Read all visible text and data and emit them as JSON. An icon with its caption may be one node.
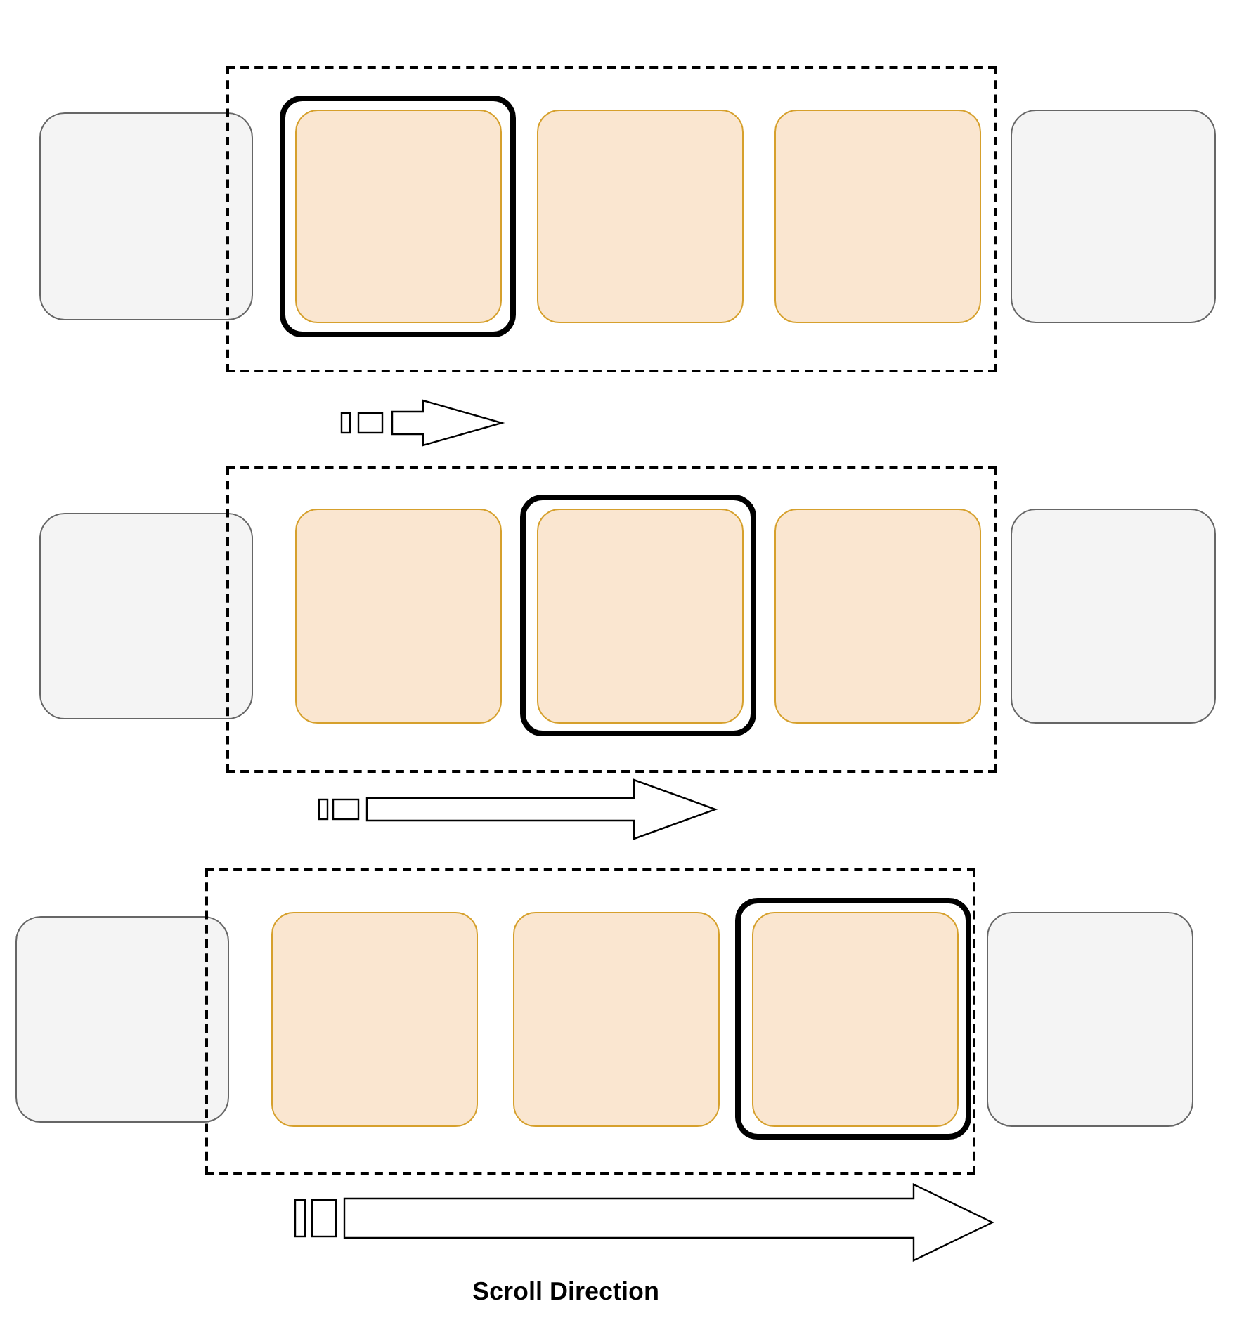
{
  "diagram": {
    "nodes": [
      {
        "text": [],
        "shape": "box"
      },
      {
        "text": [],
        "shape": "box"
      },
      {
        "text": [],
        "shape": "box",
        "in": 0
      },
      {
        "text": [],
        "shape": "box",
        "in": 2
      },
      {
        "text": [],
        "shape": "box",
        "in": 0
      },
      {
        "text": [],
        "shape": "box",
        "in": 0
      },
      {
        "text": [],
        "shape": "box"
      },
      {
        "text": [],
        "shape": "box"
      },
      {
        "text": [],
        "shape": "box"
      },
      {
        "text": [],
        "shape": "box",
        "in": 7
      },
      {
        "text": [],
        "shape": "box",
        "in": 7
      },
      {
        "text": [],
        "shape": "box",
        "in": 10
      },
      {
        "text": [],
        "shape": "box",
        "in": 7
      },
      {
        "text": [],
        "shape": "box"
      },
      {
        "text": [],
        "shape": "box"
      },
      {
        "text": [],
        "shape": "box"
      },
      {
        "text": [],
        "shape": "box",
        "in": 14
      },
      {
        "text": [],
        "shape": "box",
        "in": 14
      },
      {
        "text": [],
        "shape": "box",
        "in": 14
      },
      {
        "text": [],
        "shape": "box",
        "in": 18
      },
      {
        "text": [],
        "shape": "box"
      }
    ],
    "labels": [
      "Scroll Direction"
    ]
  }
}
